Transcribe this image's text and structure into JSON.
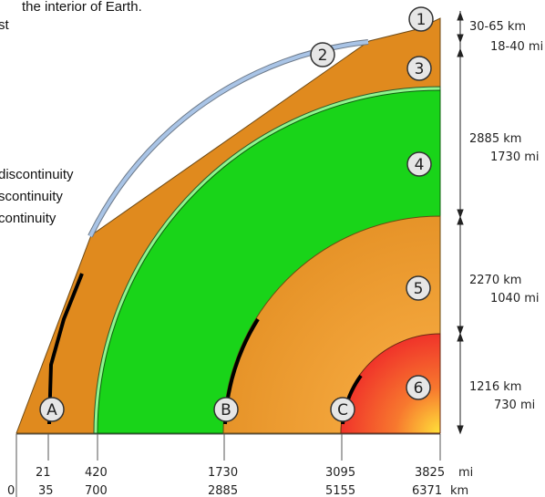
{
  "title_lines": [
    "the interior of Earth.",
    "st"
  ],
  "discontinuity_labels": [
    "discontinuity",
    "scontinuity",
    "continuity"
  ],
  "layer_numbers": [
    "1",
    "2",
    "3",
    "4",
    "5",
    "6"
  ],
  "boundary_letters": [
    "A",
    "B",
    "C"
  ],
  "axis": {
    "mi_ticks": [
      "21",
      "420",
      "1730",
      "3095",
      "3825"
    ],
    "mi_unit": "mi",
    "km_ticks": [
      "0",
      "35",
      "700",
      "2885",
      "5155",
      "6371"
    ],
    "km_unit": "km"
  },
  "thickness_labels": [
    {
      "km": "30-65 km",
      "mi": "18-40 mi"
    },
    {
      "km": "2885 km",
      "mi": "1730 mi"
    },
    {
      "km": "2270 km",
      "mi": "1040 mi"
    },
    {
      "km": "1216 km",
      "mi": "730 mi"
    }
  ],
  "colors": {
    "crust": "#e08a1e",
    "ocean_crust": "#a9c4e6",
    "upper_mantle": "#8ef58e",
    "lower_mantle": "#19d419",
    "outer_core": "#f2a43a",
    "inner_core": "#f0402a",
    "inner_core_center": "#ffe23a"
  }
}
